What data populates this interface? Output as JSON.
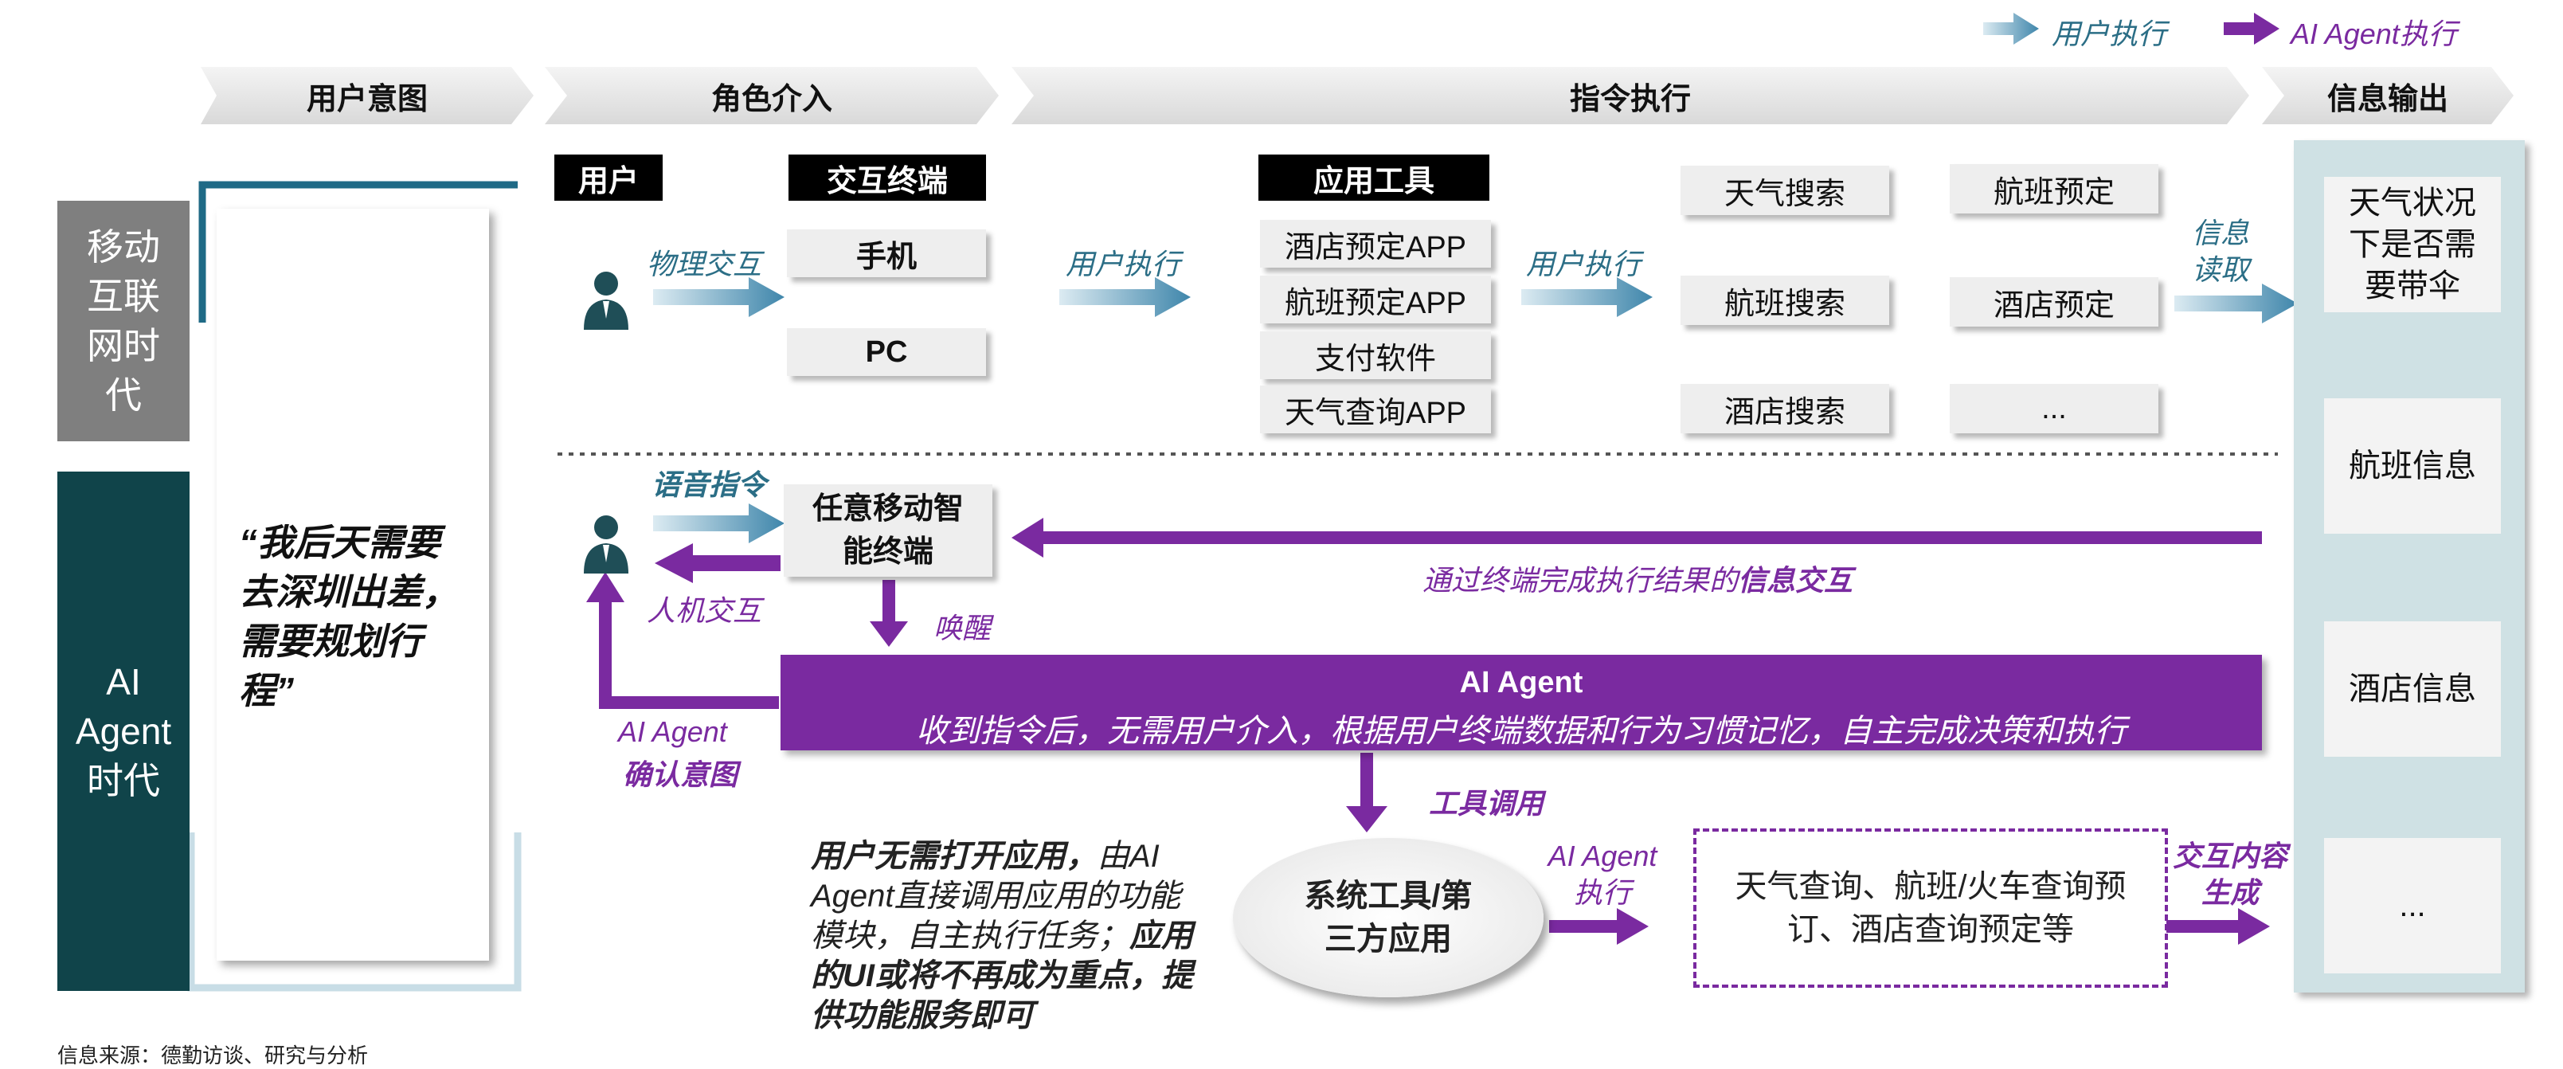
{
  "legend": {
    "user_exec": "用户执行",
    "agent_exec": "AI Agent执行",
    "user_color": "#4a9bbf",
    "agent_color": "#7a2aa0"
  },
  "stages": [
    "用户意图",
    "角色介入",
    "指令执行",
    "信息输出"
  ],
  "eras": {
    "mobile": "移动互联网时代",
    "mobile_color": "#7f7f7f",
    "agent": "AI Agent时代",
    "agent_color": "#10444a"
  },
  "intent_quote": "“我后天需要去深圳出差，需要规划行程”",
  "mobile": {
    "user_header": "用户",
    "terminal_header": "交互终端",
    "terminals": [
      "手机",
      "PC"
    ],
    "physical_label": "物理交互",
    "user_exec_label_1": "用户执行",
    "apps_header": "应用工具",
    "apps": [
      "酒店预定APP",
      "航班预定APP",
      "支付软件",
      "天气查询APP"
    ],
    "user_exec_label_2": "用户执行",
    "functions": [
      "天气搜索",
      "航班预定",
      "航班搜索",
      "酒店预定",
      "酒店搜索",
      "..."
    ],
    "read_label": "信息读取"
  },
  "agent": {
    "voice_label": "语音指令",
    "terminal": "任意移动智能终端",
    "hci_label": "人机交互",
    "wake_label": "唤醒",
    "confirm_label_1": "AI Agent",
    "confirm_label_2": "确认意图",
    "interaction_prefix": "通过终端完成执行结果的",
    "interaction_bold": "信息交互",
    "bar_title": "AI Agent",
    "bar_text": "收到指令后，无需用户介入，根据用户终端数据和行为习惯记忆，自主完成决策和执行",
    "tool_call_label": "工具调用",
    "note_a": "用户无需打开应用，",
    "note_b": "由AI Agent直接调用应用的功能模块，自主执行任务；",
    "note_c": "应用的UI或将不再成为重点，提供功能服务即可",
    "system_tools": "系统工具/第三方应用",
    "agent_exec_label": "AI Agent执行",
    "services": "天气查询、航班/火车查询预订、酒店查询预定等",
    "gen_label": "交互内容生成"
  },
  "outputs": [
    "天气状况下是否需要带伞",
    "航班信息",
    "酒店信息",
    "..."
  ],
  "source": "信息来源：德勤访谈、研究与分析"
}
